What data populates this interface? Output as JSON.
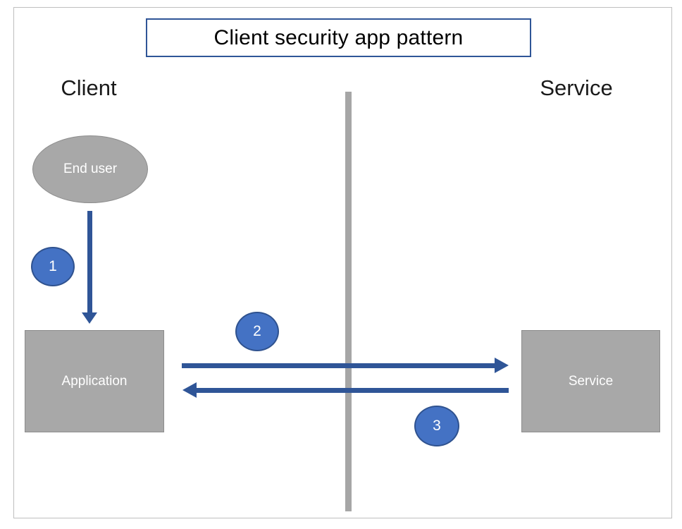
{
  "title": "Client security app pattern",
  "lanes": {
    "client": "Client",
    "service": "Service"
  },
  "shapes": {
    "end_user": "End user",
    "application": "Application",
    "service": "Service"
  },
  "steps": {
    "one": "1",
    "two": "2",
    "three": "3"
  },
  "colors": {
    "badge_fill": "#4472C4",
    "badge_border": "#2F528F",
    "arrow_blue": "#2F5597",
    "title_border": "#2F5597",
    "shape_gray": "#A8A8A8",
    "shape_border_gray": "#8C8C8C",
    "divider_gray": "#A6A6A6",
    "frame_border": "#BFBFBF"
  }
}
